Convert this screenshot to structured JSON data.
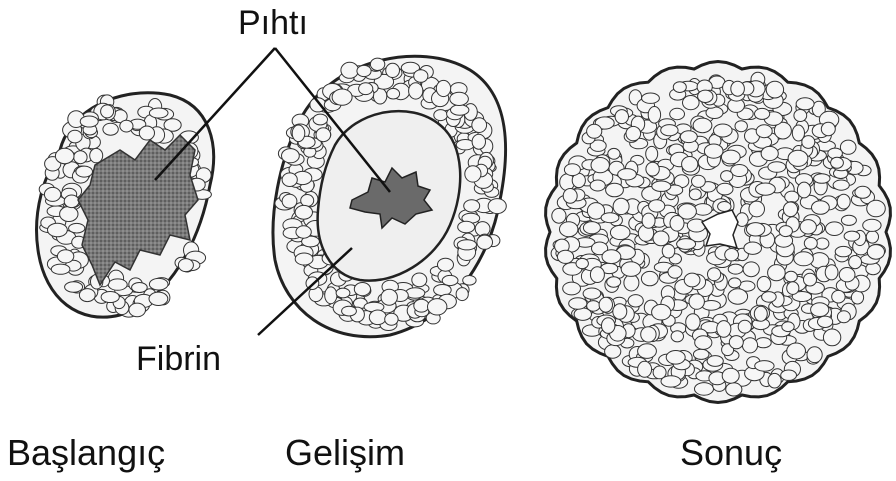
{
  "labels": {
    "clot": "Pıhtı",
    "fibrin": "Fibrin"
  },
  "stages": [
    {
      "label": "Başlangıç"
    },
    {
      "label": "Gelişim"
    },
    {
      "label": "Sonuç"
    }
  ],
  "colors": {
    "cell_fill": "#f4f4f4",
    "cell_stroke": "#222222",
    "clot_fill": "#6f6f6f",
    "fibrin_fill": "#efefef",
    "line": "#111111"
  }
}
